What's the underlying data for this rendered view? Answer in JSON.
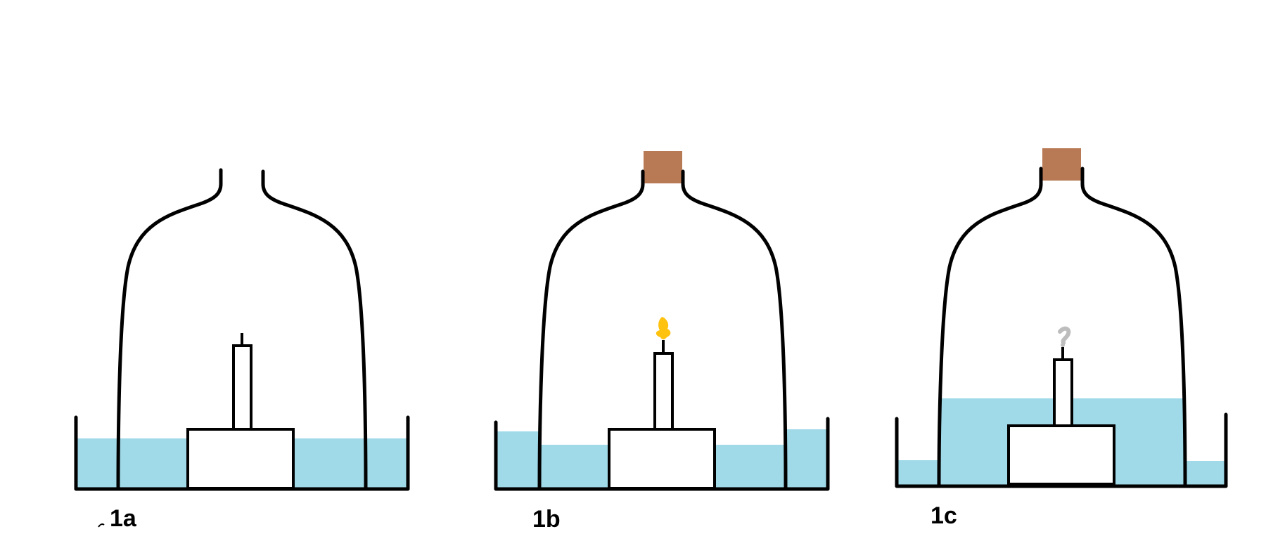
{
  "panels": [
    {
      "label": "1a",
      "stopper": false,
      "candle_state": "unlit"
    },
    {
      "label": "1b",
      "stopper": true,
      "candle_state": "lit"
    },
    {
      "label": "1c",
      "stopper": true,
      "candle_state": "extinguished"
    }
  ],
  "colors": {
    "water": "#a0dae9",
    "cork": "#b87a55",
    "flame": "#ffc20e",
    "smoke": "#bdbdbd",
    "outline": "#000000"
  }
}
